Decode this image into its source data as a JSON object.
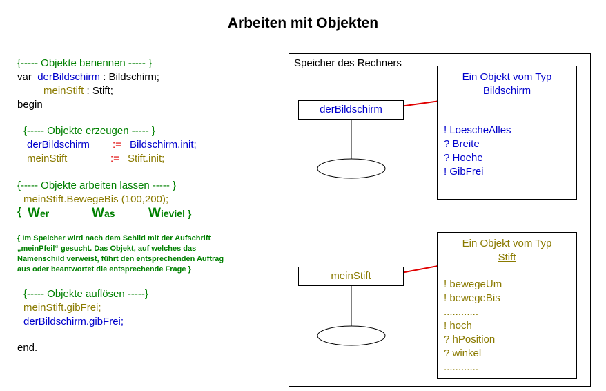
{
  "title": "Arbeiten mit Objekten",
  "code": {
    "comment_name": "{----- Objekte benennen ----- }",
    "var_kw": "var",
    "var1_name": "derBildschirm",
    "var1_type": ": Bildschirm;",
    "var2_name": "meinStift",
    "var2_type": ": Stift;",
    "begin": "begin",
    "comment_create": "{----- Objekte erzeugen ----- }",
    "create1_name": "derBildschirm",
    "create1_op": ":=",
    "create1_value": "Bildschirm.init;",
    "create2_name": "meinStift",
    "create2_op": ":=",
    "create2_value": "Stift.init;",
    "comment_work": "{----- Objekte arbeiten lassen ----- }",
    "call": "meinStift.BewegeBis (100,200);",
    "wer_open": "{",
    "wer_big": "W",
    "wer_rest": "er",
    "was_big": "W",
    "was_rest": "as",
    "wieviel_big": "W",
    "wieviel_rest": "ieviel }",
    "note_line1": "{ Im Speicher wird nach dem Schild mit der Aufschrift",
    "note_line2": "„meinPfeil“ gesucht. Das Objekt,  auf welches das",
    "note_line3": "Namenschild verweist, führt den entsprechenden Auftrag",
    "note_line4": "aus oder beantwortet die entsprechende Frage }",
    "comment_free": "{----- Objekte auflösen -----}",
    "free1": "meinStift.gibFrei;",
    "free2": "derBildschirm.gibFrei;",
    "end": "end."
  },
  "memory": {
    "title": "Speicher des Rechners",
    "label1": "derBildschirm",
    "label2": "meinStift",
    "object1": {
      "header": "Ein Objekt vom Typ",
      "type": "Bildschirm",
      "members": [
        "! LoescheAlles",
        "? Breite",
        "? Hoehe",
        "! GibFrei"
      ]
    },
    "object2": {
      "header": "Ein Objekt vom Typ",
      "type": "Stift",
      "members": [
        "! bewegeUm",
        "! bewegeBis",
        "............",
        "! hoch",
        "? hPosition",
        "? winkel",
        "............"
      ]
    }
  },
  "colors": {
    "comment": "#008000",
    "bildschirm": "#0000cc",
    "stift": "#8a7a00",
    "operator": "#e00000",
    "arrow": "#e00000"
  }
}
